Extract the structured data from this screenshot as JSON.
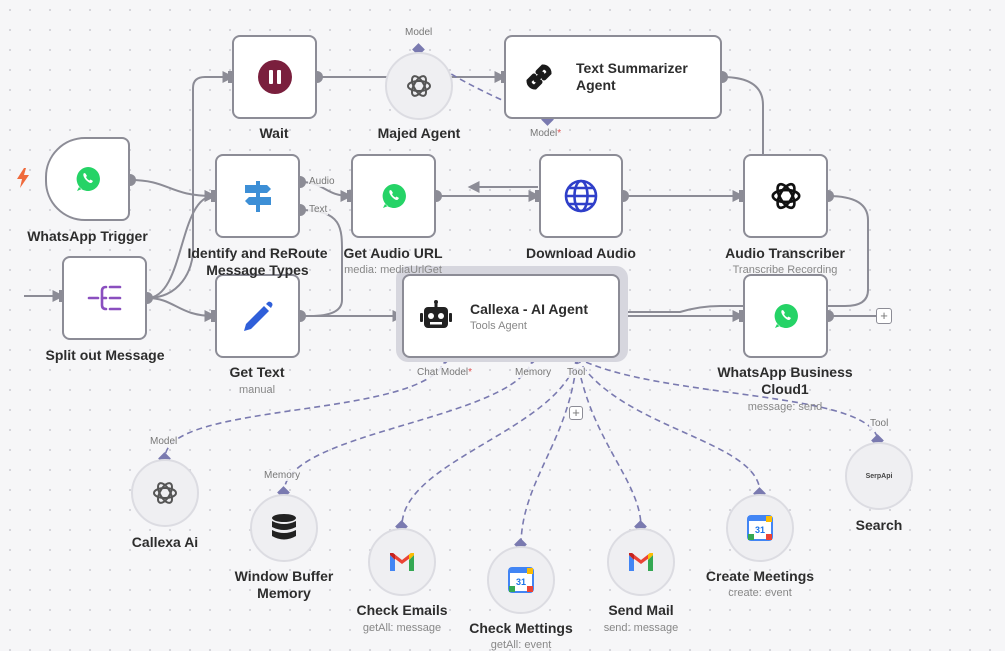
{
  "nodes": {
    "wait": {
      "label": "Wait"
    },
    "majed": {
      "label": "Majed Agent"
    },
    "summarizer": {
      "title": "Text Summarizer Agent"
    },
    "trigger": {
      "label": "WhatsApp Trigger"
    },
    "identify": {
      "label": "Identify and ReRoute Message Types"
    },
    "audio_url": {
      "label": "Get Audio URL",
      "sub": "media: mediaUrlGet"
    },
    "download": {
      "label": "Download Audio"
    },
    "transcriber": {
      "label": "Audio Transcriber",
      "sub": "Transcribe Recording"
    },
    "split": {
      "label": "Split out Message"
    },
    "get_text": {
      "label": "Get Text",
      "sub": "manual"
    },
    "callexa_agent": {
      "title": "Callexa - AI Agent",
      "sub": "Tools Agent"
    },
    "wa_business": {
      "label": "WhatsApp Business Cloud1",
      "sub": "message: send"
    },
    "callexa_ai": {
      "label": "Callexa Ai"
    },
    "buffer": {
      "label": "Window Buffer Memory"
    },
    "check_emails": {
      "label": "Check Emails",
      "sub": "getAll: message"
    },
    "check_meetings": {
      "label": "Check Mettings",
      "sub": "getAll: event"
    },
    "send_mail": {
      "label": "Send Mail",
      "sub": "send: message"
    },
    "create_meetings": {
      "label": "Create Meetings",
      "sub": "create: event"
    },
    "search": {
      "label": "Search",
      "logo": "SerpApi"
    }
  },
  "ports": {
    "model": "Model",
    "memory": "Memory",
    "tool": "Tool",
    "chat_model": "Chat Model",
    "audio": "Audio",
    "text": "Text",
    "required": "*"
  },
  "icons": {
    "trigger": "whatsapp-icon",
    "wait": "pause-icon",
    "majed": "openai-icon",
    "summarizer": "link-icon",
    "identify": "signpost-icon",
    "audio_url": "whatsapp-icon",
    "download": "globe-icon",
    "transcriber": "openai-icon",
    "split": "split-icon",
    "get_text": "pencil-icon",
    "callexa_agent": "robot-icon",
    "wa_business": "whatsapp-icon",
    "callexa_ai": "openai-icon",
    "buffer": "database-icon",
    "gmail": "gmail-icon",
    "calendar": "google-calendar-icon",
    "add": "plus-icon",
    "trigger_marker": "lightning-icon"
  },
  "colors": {
    "edge": "#8c8c96",
    "ai_edge": "#7a7ab0",
    "whatsapp": "#25d366",
    "wait": "#7a1f3d",
    "split": "#8a4fbf",
    "identify": "#3d8fd6",
    "pencil": "#2f5fd9",
    "globe": "#2f3fc9",
    "trigger_bolt": "#ef6a3c",
    "required": "#e05050"
  },
  "calendar_day": "31"
}
